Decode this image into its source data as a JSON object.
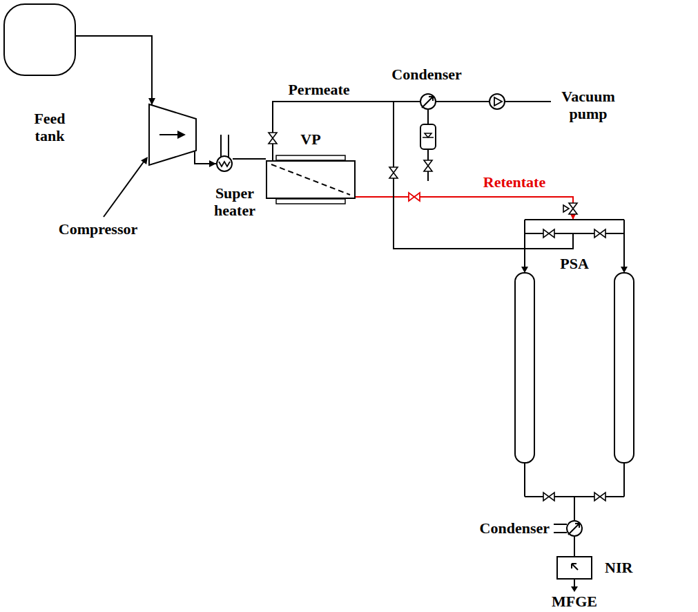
{
  "diagram": {
    "nodes": [
      {
        "text": [
          "Feed tank"
        ]
      },
      {
        "text": [
          "Compressor"
        ]
      },
      {
        "text": [
          "Super heater"
        ]
      },
      {
        "text": [
          "VP"
        ]
      },
      {
        "text": [
          "Condenser"
        ]
      },
      {
        "text": [
          "Vacuum pump"
        ]
      },
      {
        "text": [
          "PSA"
        ]
      },
      {
        "text": [
          "Condenser"
        ]
      },
      {
        "text": [
          "NIR"
        ]
      }
    ],
    "edges": [
      {
        "from": 0,
        "to": 1,
        "arrow": "to"
      },
      {
        "from": 1,
        "to": 2,
        "arrow": "to"
      },
      {
        "from": 2,
        "to": 3,
        "arrow": "none"
      },
      {
        "from": 3,
        "to": 4,
        "label": "Permeate",
        "arrow": "none"
      },
      {
        "from": 4,
        "to": 5,
        "arrow": "none"
      },
      {
        "from": 3,
        "to": 6,
        "label": "Retentate",
        "arrow": "to"
      },
      {
        "from": 6,
        "to": 4,
        "arrow": "none"
      },
      {
        "from": 6,
        "to": 7,
        "arrow": "none"
      },
      {
        "from": 7,
        "to": 8,
        "arrow": "none"
      }
    ],
    "labels": [
      "MFGE"
    ]
  }
}
